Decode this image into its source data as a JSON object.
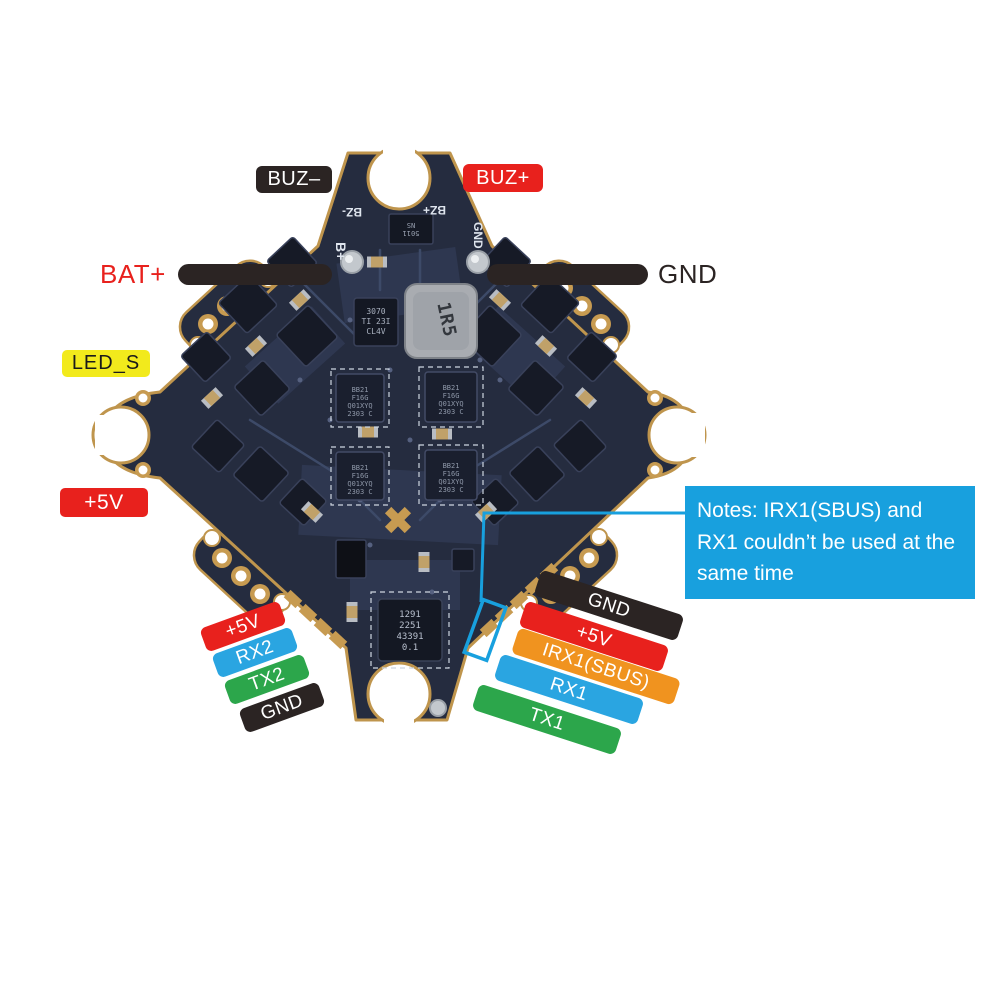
{
  "top_labels": {
    "buz_minus": {
      "text": "BUZ–",
      "bg": "#2b2423",
      "fg": "#ffffff"
    },
    "buz_plus": {
      "text": "BUZ+",
      "bg": "#e8211d",
      "fg": "#ffffff"
    }
  },
  "power_pads": {
    "bat_plus": {
      "text": "BAT+",
      "color": "#e8211d"
    },
    "gnd": {
      "text": "GND",
      "color": "#2b2423"
    }
  },
  "side_labels": {
    "led_s": {
      "text": "LED_S",
      "bg": "#f2ea1c",
      "fg": "#1a1a1a"
    },
    "plus5v": {
      "text": "+5V",
      "bg": "#e8211d",
      "fg": "#ffffff"
    }
  },
  "uart2_pins": [
    {
      "label": "+5V",
      "color": "#e8211d"
    },
    {
      "label": "RX2",
      "color": "#2aa5e1"
    },
    {
      "label": "TX2",
      "color": "#2ca64b"
    },
    {
      "label": "GND",
      "color": "#2b2423"
    }
  ],
  "uart1_pins": [
    {
      "label": "GND",
      "color": "#2b2423"
    },
    {
      "label": "+5V",
      "color": "#e8211d"
    },
    {
      "label": "IRX1(SBUS)",
      "color": "#f0931f"
    },
    {
      "label": "RX1",
      "color": "#2aa5e1"
    },
    {
      "label": "TX1",
      "color": "#2ca64b"
    }
  ],
  "note": {
    "text": "Notes: IRX1(SBUS) and RX1 couldn’t be used at the same time",
    "bg": "#18a0de",
    "fg": "#ffffff"
  },
  "board": {
    "silkscreen": {
      "bz_minus": "BZ-",
      "bz_plus": "BZ+",
      "b_plus": "B+",
      "gnd": "GND"
    },
    "chips": {
      "inductor": "1R5",
      "regulator": [
        "3070",
        "TI 23I",
        "CL4V"
      ],
      "buzzer_driver": [
        "5011",
        "NS"
      ],
      "esc": [
        "BB21",
        "F16G",
        "Q01XYQ",
        "2303 C"
      ],
      "mcu": [
        "1291",
        "2251",
        "43391",
        "0.1"
      ]
    }
  },
  "accent_colors": {
    "callout_blue": "#18a0de",
    "pcb_navy": "#252c3f",
    "gold": "#bf954d",
    "wire_black": "#2b2423"
  }
}
